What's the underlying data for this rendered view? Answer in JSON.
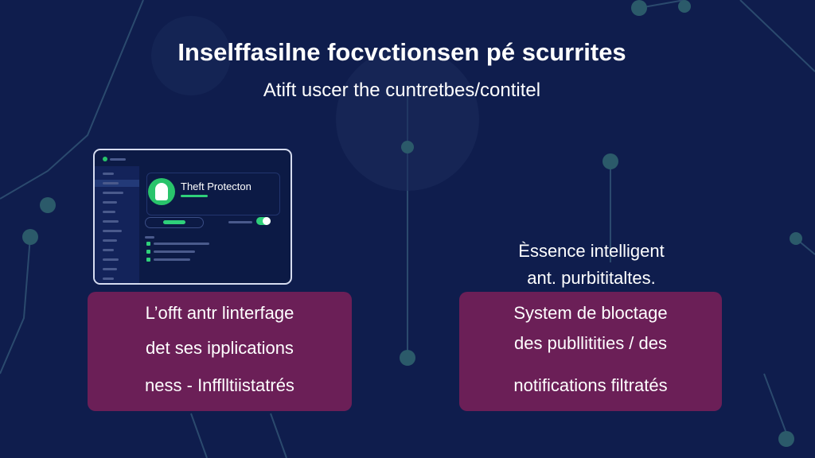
{
  "header": {
    "title": "Inselffasilne focvctionsen pé scurrites",
    "subtitle": "Atift uscer the cuntretbes/contitel"
  },
  "mockup": {
    "app_title": "Theft Protecton",
    "toggle_on": true
  },
  "left_box": {
    "lines": [
      "L’offt antr linterfage",
      "det ses ipplications",
      "ness - Infflltiistatrés"
    ]
  },
  "right_caption": {
    "lines": [
      "Èssence intelligent",
      "ant. purbititaltes."
    ]
  },
  "right_box": {
    "lines": [
      "System de bloctage",
      "des publlitities / des",
      "notifications filtratés"
    ]
  },
  "colors": {
    "background": "#0f1d4d",
    "accent": "#2fd07a",
    "box": "#6b1f57"
  }
}
